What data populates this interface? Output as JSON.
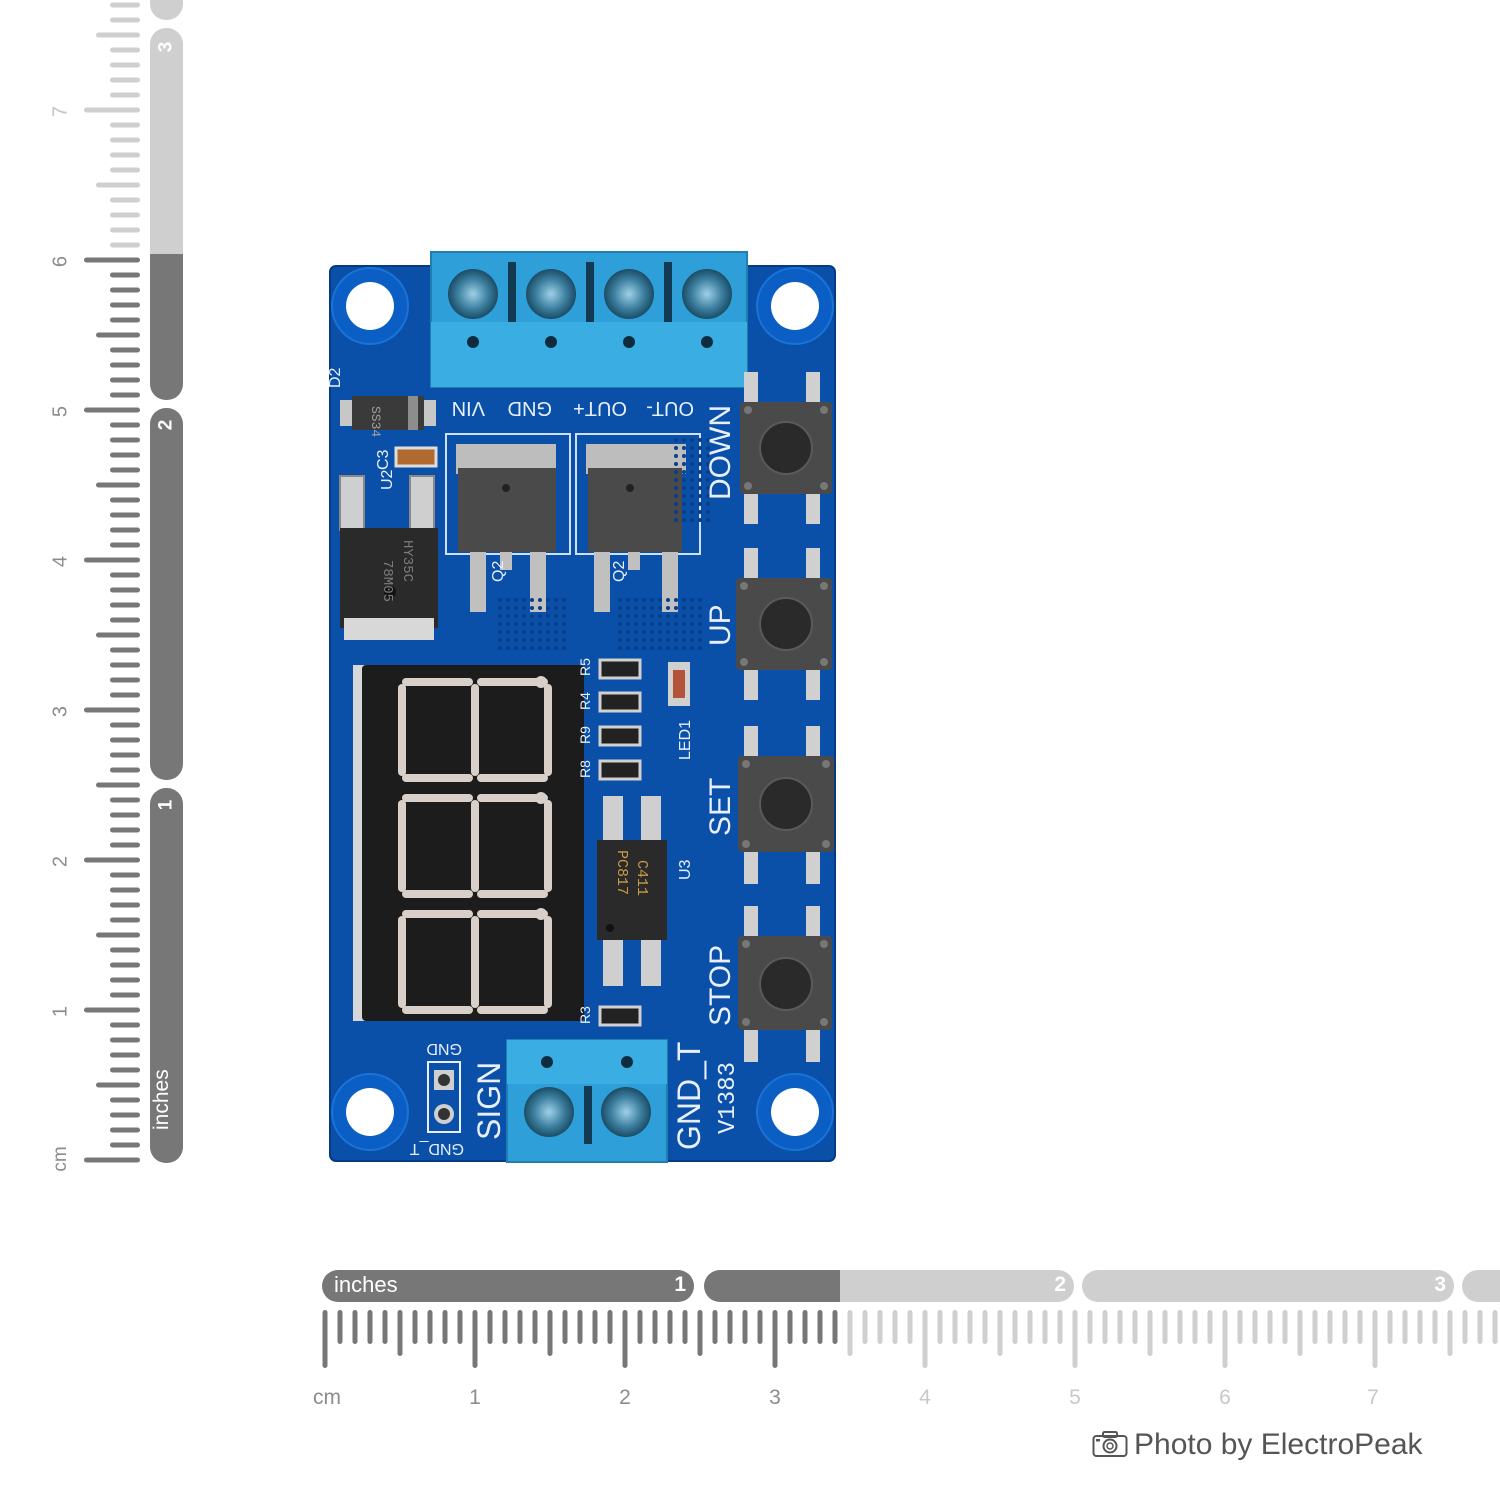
{
  "ruler_vertical": {
    "unit_inches": "inches",
    "unit_cm": "cm",
    "inch_numbers": [
      "1",
      "2",
      "3"
    ],
    "cm_numbers": [
      "1",
      "2",
      "3",
      "4",
      "5",
      "6",
      "7"
    ]
  },
  "ruler_horizontal": {
    "unit_inches": "inches",
    "unit_cm": "cm",
    "inch_numbers": [
      "1",
      "2",
      "3"
    ],
    "cm_numbers": [
      "1",
      "2",
      "3",
      "4",
      "5",
      "6",
      "7"
    ]
  },
  "board": {
    "top_terminal_labels": [
      "VIN",
      "GND",
      "OUT+",
      "OUT-"
    ],
    "button_labels": [
      "DOWN",
      "UP",
      "SET",
      "STOP"
    ],
    "bottom_labels": {
      "sign": "SIGN",
      "gnd_t": "GND_T",
      "version": "V1383",
      "gnd": "GND",
      "gnd_t_small": "GND_T"
    },
    "component_labels": {
      "d2": "D2",
      "d2_part": "SS34",
      "c3": "C3",
      "u2": "U2",
      "u2_part": "78M05",
      "u2_code": "HY35C",
      "q2a": "Q2",
      "q2b": "Q2",
      "u3": "U3",
      "u3_part": "PC817",
      "u3_code": "C411",
      "led1": "LED1",
      "r5": "R5",
      "r4": "R4",
      "r9": "R9",
      "r8": "R8",
      "r3": "R3"
    },
    "display_digits": [
      "8.",
      "8.",
      "8."
    ]
  },
  "credit": {
    "text": "Photo by ElectroPeak"
  },
  "colors": {
    "pcb": "#0a4fa8",
    "terminal": "#2e9fd8",
    "ruler_dark": "#777777",
    "ruler_light": "#cfcfcf"
  }
}
